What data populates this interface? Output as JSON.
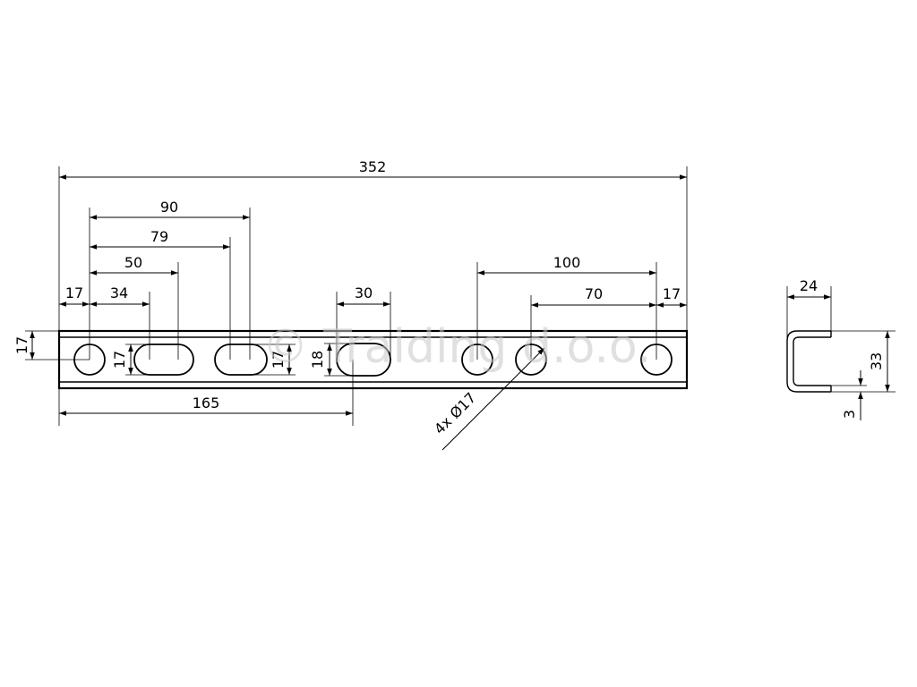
{
  "watermark": "© Traiding d.o.o.",
  "dimensions": {
    "overall_length": "352",
    "d90": "90",
    "d79": "79",
    "d50": "50",
    "d34": "34",
    "d17_left": "17",
    "d30": "30",
    "d100": "100",
    "d70": "70",
    "d17_right": "17",
    "d165": "165",
    "height_17": "17",
    "slot_17a": "17",
    "slot_17b": "17",
    "slot_18": "18",
    "hole_callout": "4x Ø17"
  },
  "section": {
    "width": "24",
    "height": "33",
    "thickness": "3"
  },
  "colors": {
    "line": "#000000",
    "watermark": "#c8c8c8",
    "background": "#ffffff"
  }
}
